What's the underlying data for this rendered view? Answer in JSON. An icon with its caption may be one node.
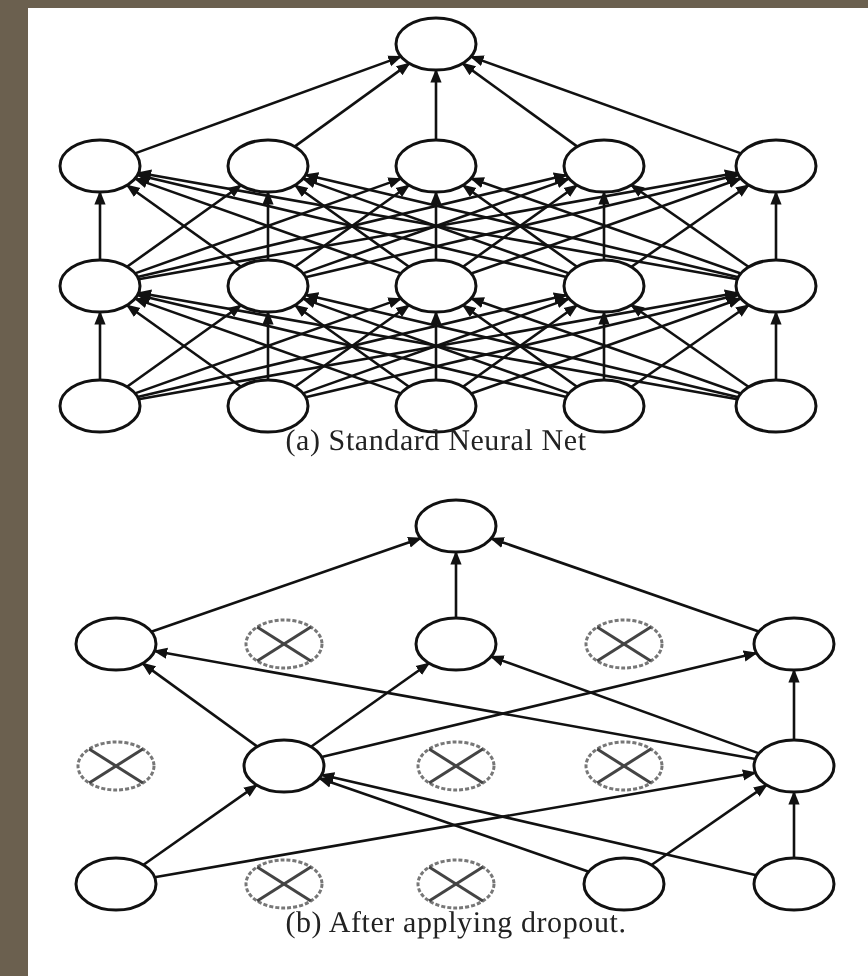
{
  "diagram": {
    "nodes": [
      {
        "text": [],
        "shape": "circle"
      },
      {
        "text": [],
        "shape": "circle"
      },
      {
        "text": [],
        "shape": "circle"
      },
      {
        "text": [],
        "shape": "circle"
      },
      {
        "text": [],
        "shape": "circle"
      },
      {
        "text": [],
        "shape": "circle"
      },
      {
        "text": [],
        "shape": "circle"
      },
      {
        "text": [],
        "shape": "circle"
      },
      {
        "text": [],
        "shape": "circle"
      },
      {
        "text": [],
        "shape": "circle"
      },
      {
        "text": [],
        "shape": "circle"
      },
      {
        "text": [],
        "shape": "circle"
      },
      {
        "text": [],
        "shape": "circle"
      },
      {
        "text": [],
        "shape": "circle"
      },
      {
        "text": [],
        "shape": "circle"
      },
      {
        "text": [],
        "shape": "circle"
      },
      {
        "text": [],
        "shape": "circle"
      },
      {
        "text": [],
        "shape": "circle"
      },
      {
        "text": [],
        "shape": "crossed-circle"
      },
      {
        "text": [],
        "shape": "circle"
      },
      {
        "text": [],
        "shape": "crossed-circle"
      },
      {
        "text": [],
        "shape": "circle"
      },
      {
        "text": [],
        "shape": "crossed-circle"
      },
      {
        "text": [],
        "shape": "circle"
      },
      {
        "text": [],
        "shape": "crossed-circle"
      },
      {
        "text": [],
        "shape": "crossed-circle"
      },
      {
        "text": [],
        "shape": "circle"
      },
      {
        "text": [],
        "shape": "circle"
      },
      {
        "text": [],
        "shape": "crossed-circle"
      },
      {
        "text": [],
        "shape": "crossed-circle"
      },
      {
        "text": [],
        "shape": "circle"
      },
      {
        "text": [],
        "shape": "circle"
      }
    ],
    "edges": [
      {
        "from": 11,
        "to": 6,
        "arrow": "to"
      },
      {
        "from": 11,
        "to": 7,
        "arrow": "to"
      },
      {
        "from": 11,
        "to": 8,
        "arrow": "to"
      },
      {
        "from": 11,
        "to": 9,
        "arrow": "to"
      },
      {
        "from": 11,
        "to": 10,
        "arrow": "to"
      },
      {
        "from": 12,
        "to": 6,
        "arrow": "to"
      },
      {
        "from": 12,
        "to": 7,
        "arrow": "to"
      },
      {
        "from": 12,
        "to": 8,
        "arrow": "to"
      },
      {
        "from": 12,
        "to": 9,
        "arrow": "to"
      },
      {
        "from": 12,
        "to": 10,
        "arrow": "to"
      },
      {
        "from": 13,
        "to": 6,
        "arrow": "to"
      },
      {
        "from": 13,
        "to": 7,
        "arrow": "to"
      },
      {
        "from": 13,
        "to": 8,
        "arrow": "to"
      },
      {
        "from": 13,
        "to": 9,
        "arrow": "to"
      },
      {
        "from": 13,
        "to": 10,
        "arrow": "to"
      },
      {
        "from": 14,
        "to": 6,
        "arrow": "to"
      },
      {
        "from": 14,
        "to": 7,
        "arrow": "to"
      },
      {
        "from": 14,
        "to": 8,
        "arrow": "to"
      },
      {
        "from": 14,
        "to": 9,
        "arrow": "to"
      },
      {
        "from": 14,
        "to": 10,
        "arrow": "to"
      },
      {
        "from": 15,
        "to": 6,
        "arrow": "to"
      },
      {
        "from": 15,
        "to": 7,
        "arrow": "to"
      },
      {
        "from": 15,
        "to": 8,
        "arrow": "to"
      },
      {
        "from": 15,
        "to": 9,
        "arrow": "to"
      },
      {
        "from": 15,
        "to": 10,
        "arrow": "to"
      },
      {
        "from": 6,
        "to": 1,
        "arrow": "to"
      },
      {
        "from": 6,
        "to": 2,
        "arrow": "to"
      },
      {
        "from": 6,
        "to": 3,
        "arrow": "to"
      },
      {
        "from": 6,
        "to": 4,
        "arrow": "to"
      },
      {
        "from": 6,
        "to": 5,
        "arrow": "to"
      },
      {
        "from": 7,
        "to": 1,
        "arrow": "to"
      },
      {
        "from": 7,
        "to": 2,
        "arrow": "to"
      },
      {
        "from": 7,
        "to": 3,
        "arrow": "to"
      },
      {
        "from": 7,
        "to": 4,
        "arrow": "to"
      },
      {
        "from": 7,
        "to": 5,
        "arrow": "to"
      },
      {
        "from": 8,
        "to": 1,
        "arrow": "to"
      },
      {
        "from": 8,
        "to": 2,
        "arrow": "to"
      },
      {
        "from": 8,
        "to": 3,
        "arrow": "to"
      },
      {
        "from": 8,
        "to": 4,
        "arrow": "to"
      },
      {
        "from": 8,
        "to": 5,
        "arrow": "to"
      },
      {
        "from": 9,
        "to": 1,
        "arrow": "to"
      },
      {
        "from": 9,
        "to": 2,
        "arrow": "to"
      },
      {
        "from": 9,
        "to": 3,
        "arrow": "to"
      },
      {
        "from": 9,
        "to": 4,
        "arrow": "to"
      },
      {
        "from": 9,
        "to": 5,
        "arrow": "to"
      },
      {
        "from": 10,
        "to": 1,
        "arrow": "to"
      },
      {
        "from": 10,
        "to": 2,
        "arrow": "to"
      },
      {
        "from": 10,
        "to": 3,
        "arrow": "to"
      },
      {
        "from": 10,
        "to": 4,
        "arrow": "to"
      },
      {
        "from": 10,
        "to": 5,
        "arrow": "to"
      },
      {
        "from": 1,
        "to": 0,
        "arrow": "to"
      },
      {
        "from": 2,
        "to": 0,
        "arrow": "to"
      },
      {
        "from": 3,
        "to": 0,
        "arrow": "to"
      },
      {
        "from": 4,
        "to": 0,
        "arrow": "to"
      },
      {
        "from": 5,
        "to": 0,
        "arrow": "to"
      },
      {
        "from": 27,
        "to": 23,
        "arrow": "to"
      },
      {
        "from": 27,
        "to": 26,
        "arrow": "to"
      },
      {
        "from": 30,
        "to": 23,
        "arrow": "to"
      },
      {
        "from": 30,
        "to": 26,
        "arrow": "to"
      },
      {
        "from": 31,
        "to": 23,
        "arrow": "to"
      },
      {
        "from": 31,
        "to": 26,
        "arrow": "to"
      },
      {
        "from": 23,
        "to": 17,
        "arrow": "to"
      },
      {
        "from": 23,
        "to": 19,
        "arrow": "to"
      },
      {
        "from": 23,
        "to": 21,
        "arrow": "to"
      },
      {
        "from": 26,
        "to": 17,
        "arrow": "to"
      },
      {
        "from": 26,
        "to": 19,
        "arrow": "to"
      },
      {
        "from": 26,
        "to": 21,
        "arrow": "to"
      },
      {
        "from": 17,
        "to": 16,
        "arrow": "to"
      },
      {
        "from": 19,
        "to": 16,
        "arrow": "to"
      },
      {
        "from": 21,
        "to": 16,
        "arrow": "to"
      }
    ],
    "labels": [
      "(a) Standard Neural Net",
      "(b) After applying dropout."
    ]
  }
}
